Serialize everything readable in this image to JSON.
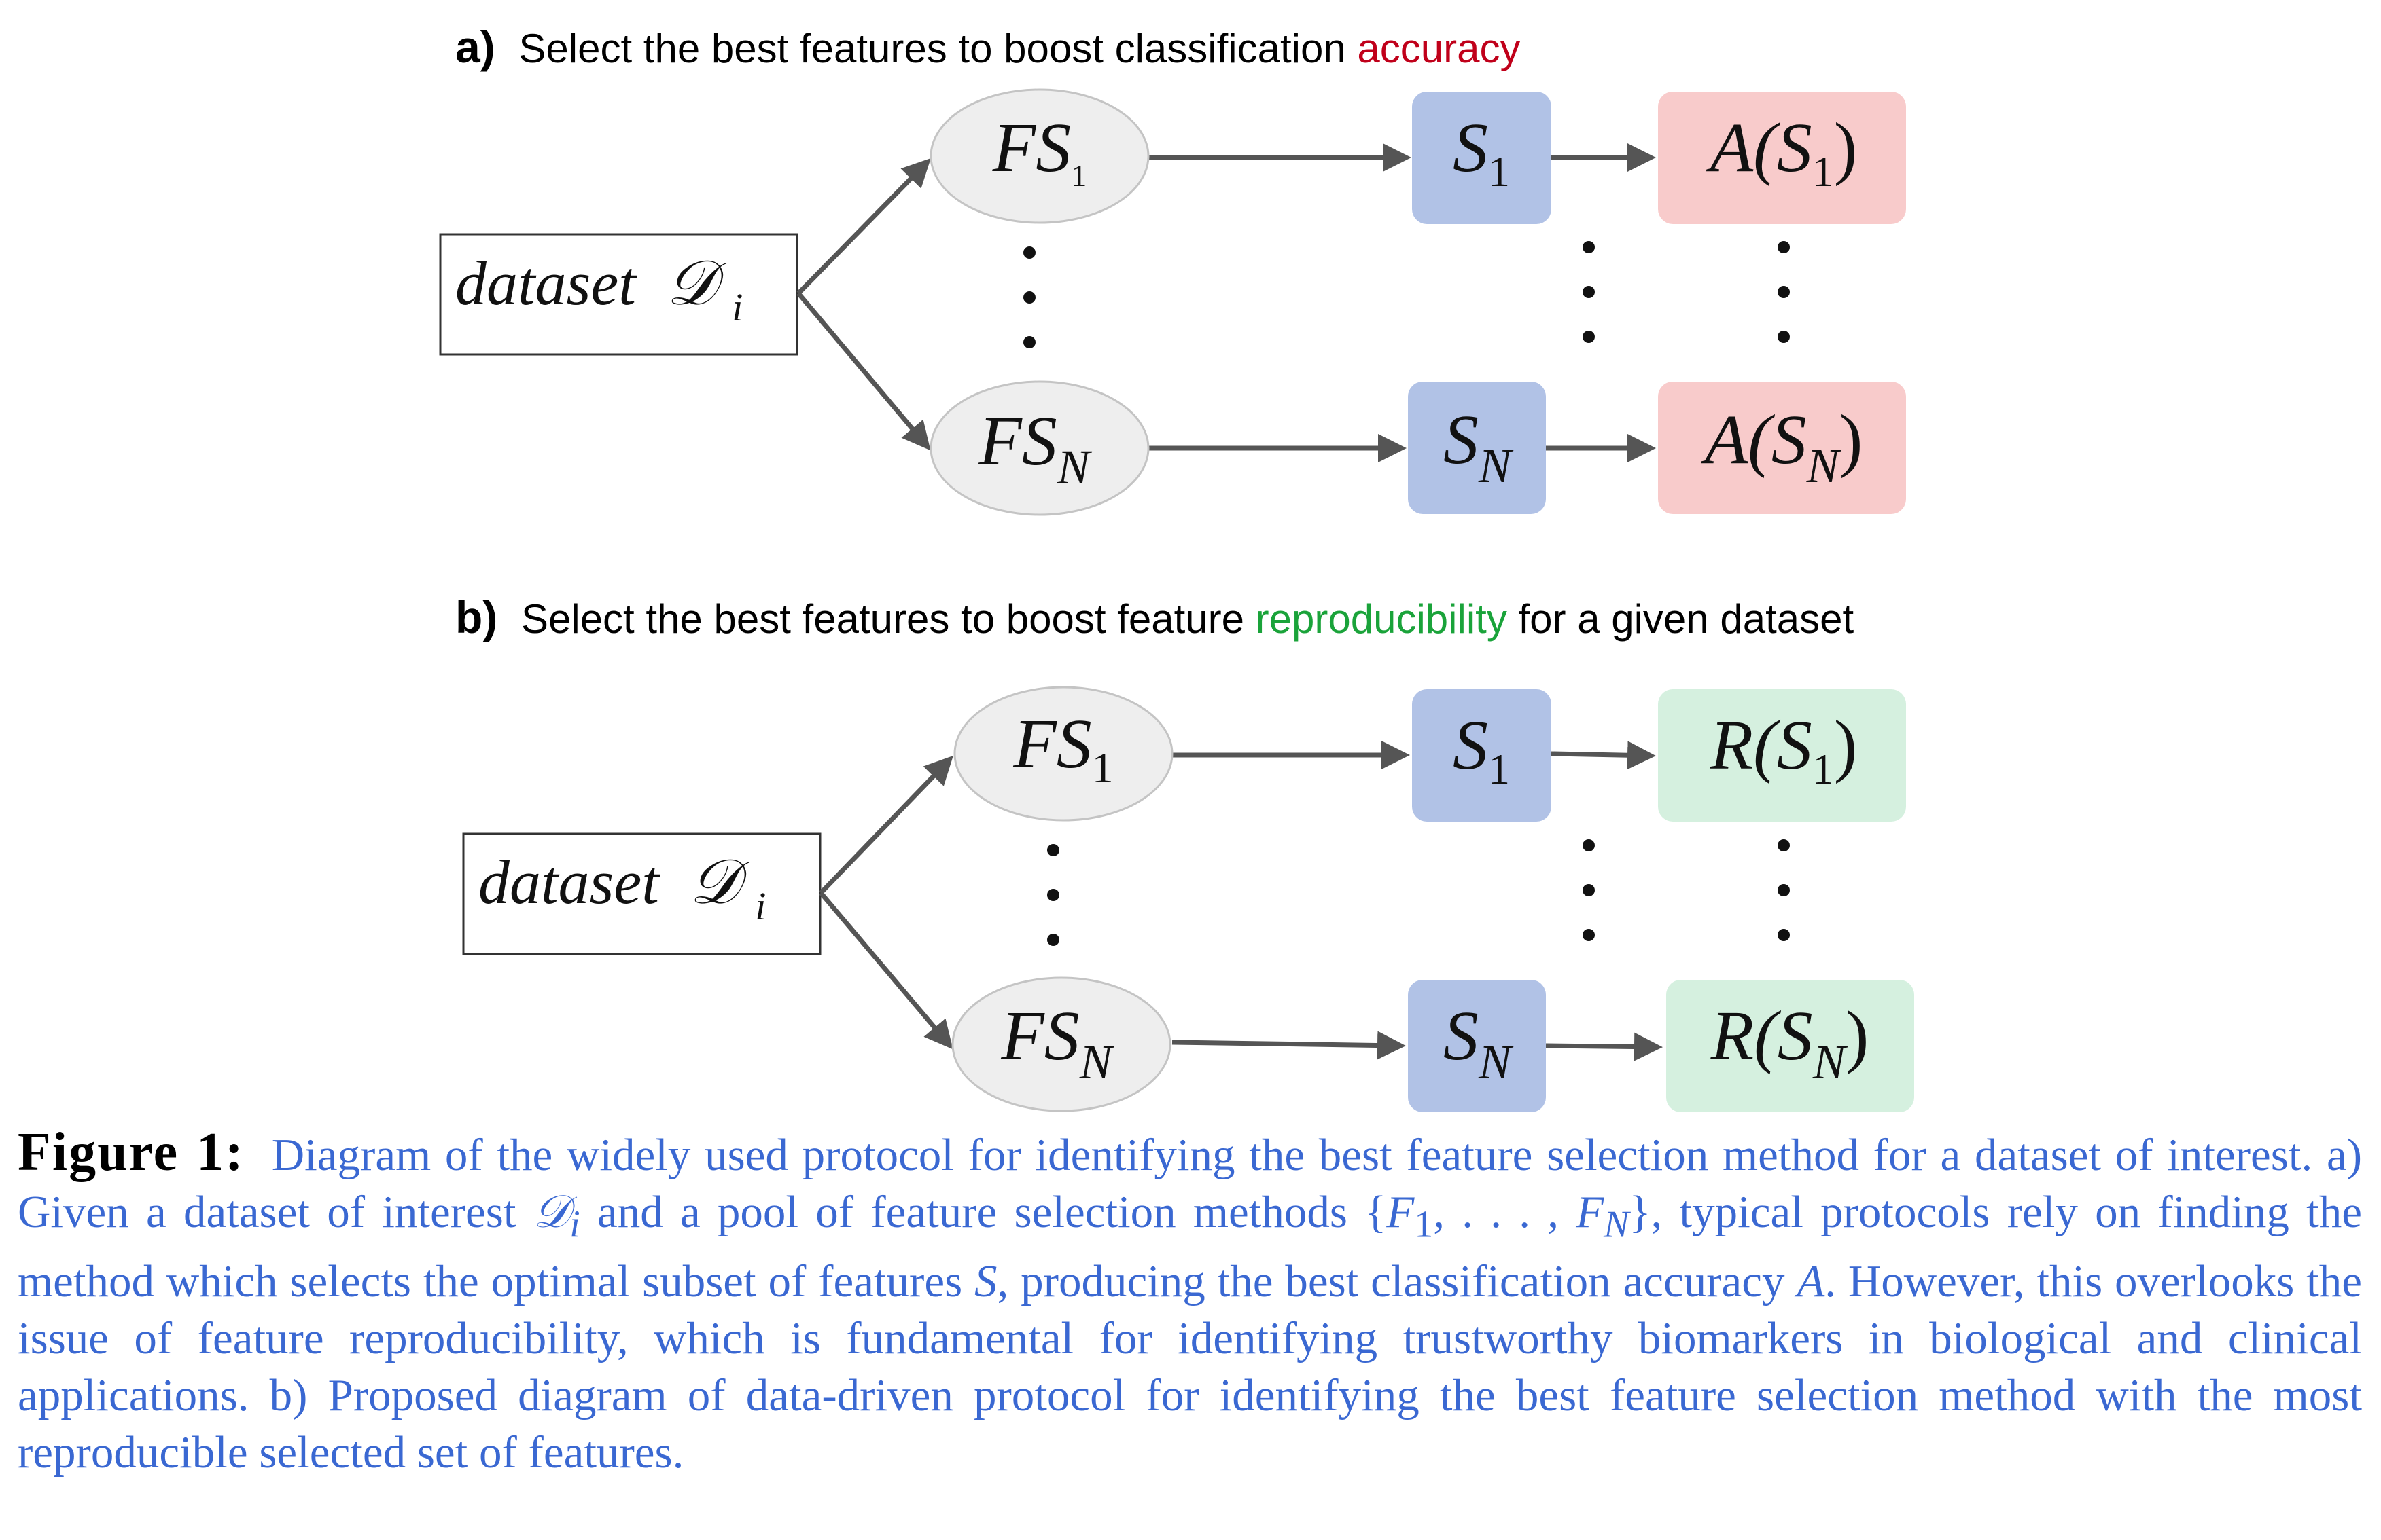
{
  "panel_a": {
    "letter": "a)",
    "heading_prefix": "Select the best features to boost classification ",
    "heading_highlight": "accuracy",
    "highlight_color": "#c0001a",
    "dataset_label": "dataset",
    "dataset_symbol": "𝒟",
    "dataset_sub": "i",
    "fs_top": {
      "main": "FS",
      "sub": "1"
    },
    "fs_bottom": {
      "main": "FS",
      "sub": "N"
    },
    "s_top": {
      "main": "S",
      "sub": "1"
    },
    "s_bottom": {
      "main": "S",
      "sub": "N"
    },
    "metric_top": {
      "pre": "A(S",
      "sub": "1",
      "post": ")"
    },
    "metric_bottom": {
      "pre": "A(S",
      "sub": "N",
      "post": ")"
    },
    "metric_color": "#f8cbcb"
  },
  "panel_b": {
    "letter": "b)",
    "heading_prefix": "Select the best features to boost feature ",
    "heading_highlight": "reproducibility",
    "heading_suffix": " for a given dataset",
    "highlight_color": "#1aa33a",
    "dataset_label": "dataset",
    "dataset_symbol": "𝒟",
    "dataset_sub": "i",
    "fs_top": {
      "main": "FS",
      "sub": "1"
    },
    "fs_bottom": {
      "main": "FS",
      "sub": "N"
    },
    "s_top": {
      "main": "S",
      "sub": "1"
    },
    "s_bottom": {
      "main": "S",
      "sub": "N"
    },
    "metric_top": {
      "pre": "R(S",
      "sub": "1",
      "post": ")"
    },
    "metric_bottom": {
      "pre": "R(S",
      "sub": "N",
      "post": ")"
    },
    "metric_color": "#d5f0df"
  },
  "colors": {
    "s_box": "#b1c2e6",
    "caption_text": "#3a68d2"
  },
  "caption": {
    "label": "Figure 1:",
    "s1": "Diagram of the widely used protocol for identifying the best feature selection method for a dataset of interest. a) Given a dataset of interest ",
    "m1": "𝒟",
    "m1_sub": "i",
    "s2": " and a pool of feature selection methods {",
    "m2a": "F",
    "m2a_sub": "1",
    "m2b": ", . . . , ",
    "m2c": "F",
    "m2c_sub": "N",
    "s3": "}, typical protocols rely on finding the method which selects the optimal subset of features ",
    "m3": "S",
    "s4": ", producing the best classification accuracy ",
    "m4": "A",
    "s5": ". However, this overlooks the issue of feature reproducibility, which is fundamental for identifying trustworthy biomarkers in biological and clinical applications. b) Proposed diagram of data-driven protocol for identifying the best feature selection method with the most reproducible selected set of features."
  }
}
